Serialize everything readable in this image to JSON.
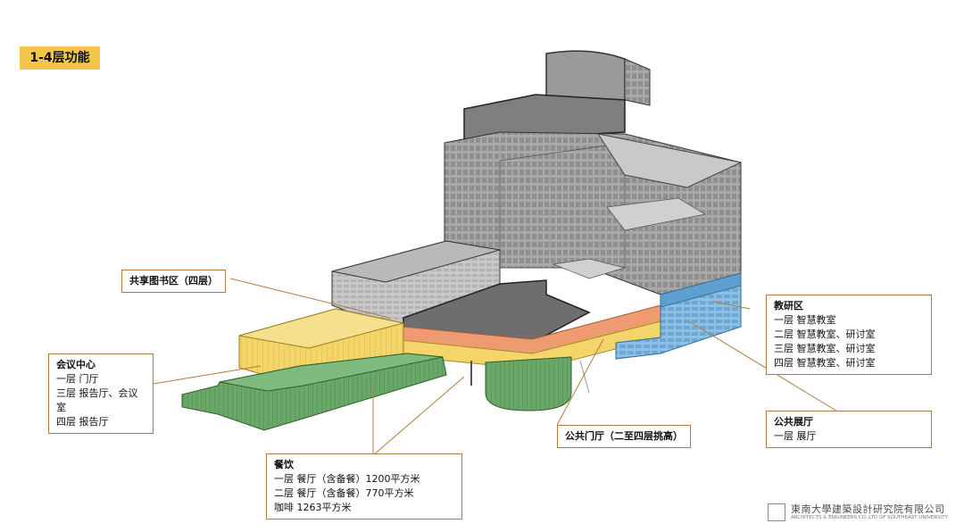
{
  "title_tag": "1-4层功能",
  "labels": {
    "library": {
      "text": "共享图书区（四层）"
    },
    "conference": {
      "heading": "会议中心",
      "lines": [
        "一层 门厅",
        "三层 报告厅、会议室",
        "四层 报告厅"
      ]
    },
    "teaching": {
      "heading": "教研区",
      "lines": [
        "一层 智慧教室",
        "二层 智慧教室、研讨室",
        "三层 智慧教室、研讨室",
        "四层 智慧教室、研讨室"
      ]
    },
    "exhibition": {
      "heading": "公共展厅",
      "lines": [
        "一层 展厅"
      ]
    },
    "lobby": {
      "text": "公共门厅（二至四层挑高）"
    },
    "dining": {
      "heading": "餐饮",
      "lines": [
        "一层 餐厅（含备餐）1200平方米",
        "二层 餐厅（含备餐）770平方米",
        "咖啡 1263平方米"
      ]
    }
  },
  "footer": {
    "org_cn": "東南大學建築設計研究院有限公司",
    "org_en": "ARCHITECTS & ENGINEERS CO.,LTD OF SOUTHEAST UNIVERSITY"
  },
  "colors": {
    "tag": "#f2c64a",
    "grey": "#a6a6a6",
    "grey_dark": "#7e7e7e",
    "yellow": "#f3d56a",
    "green": "#6aa86a",
    "orange": "#ef9b72",
    "blue": "#7fb7de",
    "leader": "#b47a3c"
  }
}
